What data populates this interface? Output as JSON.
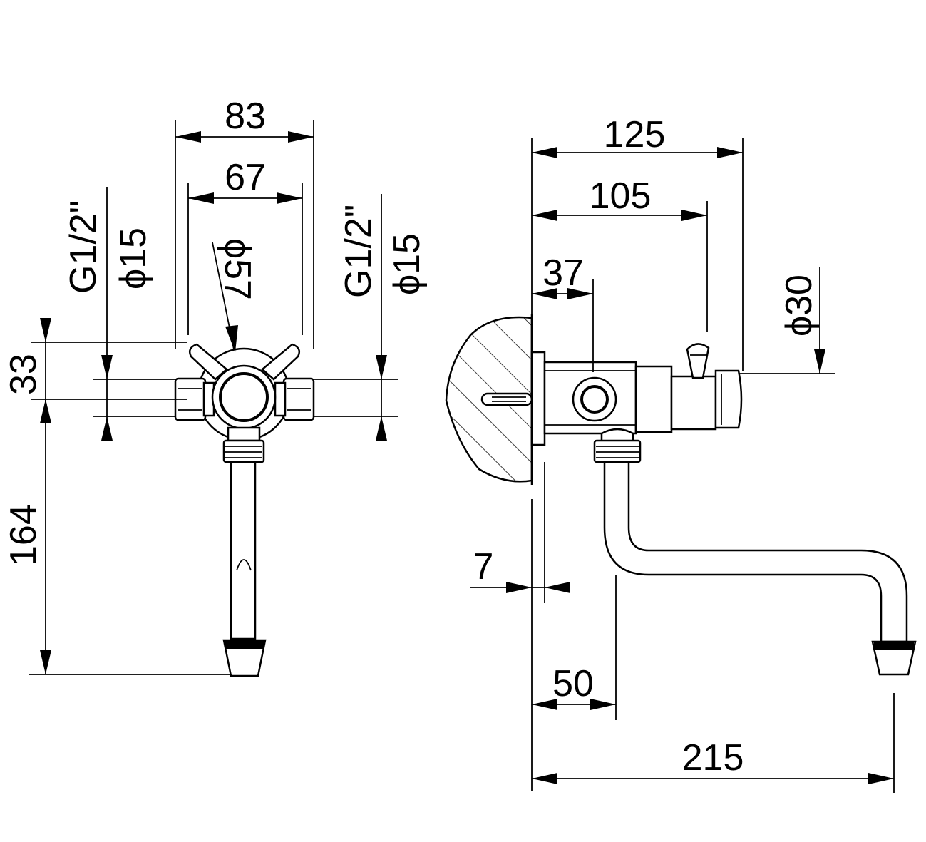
{
  "front_view": {
    "width_outer": "83",
    "width_inner": "67",
    "thread_left": "G1/2\"",
    "pipe_left": "ϕ15",
    "thread_right": "G1/2\"",
    "pipe_right": "ϕ15",
    "rosette_diameter": "ϕ57",
    "offset": "33",
    "height": "164"
  },
  "side_view": {
    "total_depth": "125",
    "lever_depth": "105",
    "body_depth": "37",
    "cap_diameter": "ϕ30",
    "flange": "7",
    "outlet_offset": "50",
    "spout_reach": "215"
  }
}
